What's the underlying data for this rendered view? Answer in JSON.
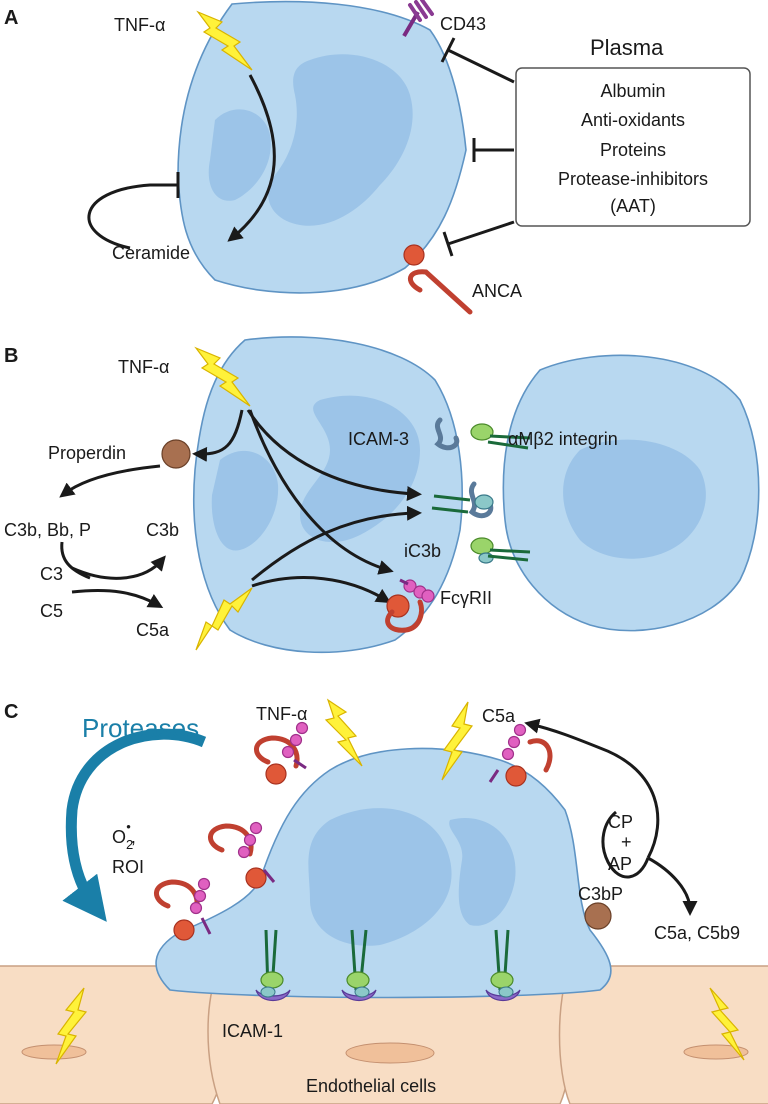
{
  "panels": [
    "A",
    "B",
    "C"
  ],
  "panel_a": {
    "tnf": "TNF-α",
    "cd43": "CD43",
    "plasma_title": "Plasma",
    "plasma_items": [
      "Albumin",
      "Anti-oxidants",
      "Proteins",
      "Protease-inhibitors",
      "(AAT)"
    ],
    "ceramide": "Ceramide",
    "anca": "ANCA"
  },
  "panel_b": {
    "tnf": "TNF-α",
    "properdin": "Properdin",
    "icam3": "ICAM-3",
    "integrin": "αMβ2 integrin",
    "c3b_bb_p": "C3b, Bb, P",
    "c3b": "C3b",
    "c3": "C3",
    "c5": "C5",
    "c5a": "C5a",
    "ic3b": "iC3b",
    "fcgrii": "FcγRII"
  },
  "panel_c": {
    "tnf": "TNF-α",
    "c5a": "C5a",
    "proteases": "Proteases",
    "o2": "O",
    "o2_sub": "2",
    "o2_sup": "•",
    "o2_comma": ",",
    "roi": "ROI",
    "cp": "CP",
    "plus": "+",
    "ap": "AP",
    "c3bp": "C3bP",
    "c5a_c5b9": "C5a, C5b9",
    "icam1": "ICAM-1",
    "endothelial": "Endothelial cells"
  },
  "colors": {
    "cell_fill": "#b8d8f0",
    "cell_stroke": "#5f94c4",
    "nucleus": "#93bde6",
    "lightning": "#fff23a",
    "anca": "#c04030",
    "proteases_arrow": "#1a7fa8",
    "endothelium": "#f8ddc4"
  }
}
